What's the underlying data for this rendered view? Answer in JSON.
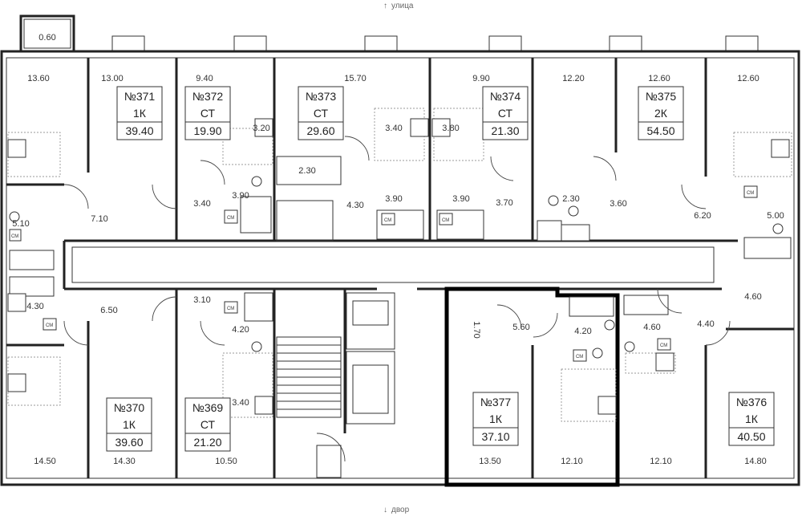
{
  "compass": {
    "street": "улица",
    "yard": "двор",
    "up_arrow": "↑",
    "down_arrow": "↓"
  },
  "balcony_area": "0.60",
  "apartments": [
    {
      "number": "№371",
      "type": "1К",
      "area": "39.40"
    },
    {
      "number": "№372",
      "type": "СТ",
      "area": "19.90"
    },
    {
      "number": "№373",
      "type": "СТ",
      "area": "29.60"
    },
    {
      "number": "№374",
      "type": "СТ",
      "area": "21.30"
    },
    {
      "number": "№375",
      "type": "2К",
      "area": "54.50"
    },
    {
      "number": "№370",
      "type": "1К",
      "area": "39.60"
    },
    {
      "number": "№369",
      "type": "СТ",
      "area": "21.20"
    },
    {
      "number": "№377",
      "type": "1К",
      "area": "37.10"
    },
    {
      "number": "№376",
      "type": "1К",
      "area": "40.50"
    }
  ],
  "room_areas": [
    "13.60",
    "13.00",
    "9.40",
    "15.70",
    "9.90",
    "12.20",
    "12.60",
    "12.60",
    "3.20",
    "3.40",
    "3.80",
    "2.30",
    "3.40",
    "3.90",
    "4.30",
    "3.90",
    "3.90",
    "3.70",
    "2.30",
    "3.60",
    "6.20",
    "5.00",
    "5.10",
    "7.10",
    "4.30",
    "6.50",
    "3.10",
    "4.20",
    "3.40",
    "1.70",
    "5.60",
    "4.20",
    "4.60",
    "4.40",
    "4.60",
    "14.50",
    "14.30",
    "10.50",
    "13.50",
    "12.10",
    "12.10",
    "14.80"
  ],
  "fixture_labels": {
    "washer": "СМ"
  }
}
